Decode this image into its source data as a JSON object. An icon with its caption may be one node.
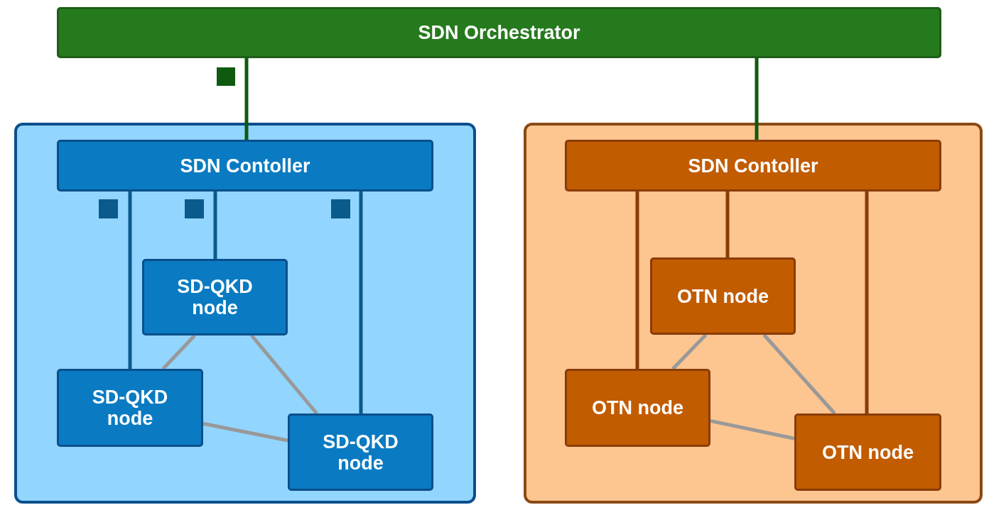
{
  "diagram": {
    "nodes": [
      {
        "text": [
          "SDN Orchestrator"
        ]
      },
      {
        "text": [],
        "shape": "box"
      },
      {
        "text": [
          "SDN Contoller"
        ],
        "in": 1
      },
      {
        "text": [
          "SD-QKD node"
        ],
        "in": 1
      },
      {
        "text": [
          "SD-QKD node"
        ],
        "in": 1
      },
      {
        "text": [
          "SD-QKD node"
        ],
        "in": 1
      },
      {
        "text": [],
        "shape": "box"
      },
      {
        "text": [
          "SDN Contoller"
        ],
        "in": 6
      },
      {
        "text": [
          "OTN node"
        ],
        "in": 6
      },
      {
        "text": [
          "OTN node"
        ],
        "in": 6
      },
      {
        "text": [
          "OTN node"
        ],
        "in": 6
      }
    ],
    "edges": [
      {
        "from": 0,
        "to": 2,
        "arrow": "none",
        "color": "#0f5a0f"
      },
      {
        "from": 0,
        "to": 7,
        "arrow": "none",
        "color": "#0f5a0f"
      },
      {
        "from": 2,
        "to": 4,
        "arrow": "none",
        "color": "#0a5a8c"
      },
      {
        "from": 2,
        "to": 3,
        "arrow": "none",
        "color": "#0a5a8c"
      },
      {
        "from": 2,
        "to": 5,
        "arrow": "none",
        "color": "#0a5a8c"
      },
      {
        "from": 7,
        "to": 9,
        "arrow": "none",
        "color": "#8a3c08"
      },
      {
        "from": 7,
        "to": 8,
        "arrow": "none",
        "color": "#8a3c08"
      },
      {
        "from": 7,
        "to": 10,
        "arrow": "none",
        "color": "#8a3c08"
      },
      {
        "from": 3,
        "to": 4,
        "arrow": "none"
      },
      {
        "from": 3,
        "to": 5,
        "arrow": "none"
      },
      {
        "from": 4,
        "to": 5,
        "arrow": "none"
      },
      {
        "from": 8,
        "to": 9,
        "arrow": "none"
      },
      {
        "from": 8,
        "to": 10,
        "arrow": "none"
      },
      {
        "from": 9,
        "to": 10,
        "arrow": "none"
      }
    ]
  }
}
